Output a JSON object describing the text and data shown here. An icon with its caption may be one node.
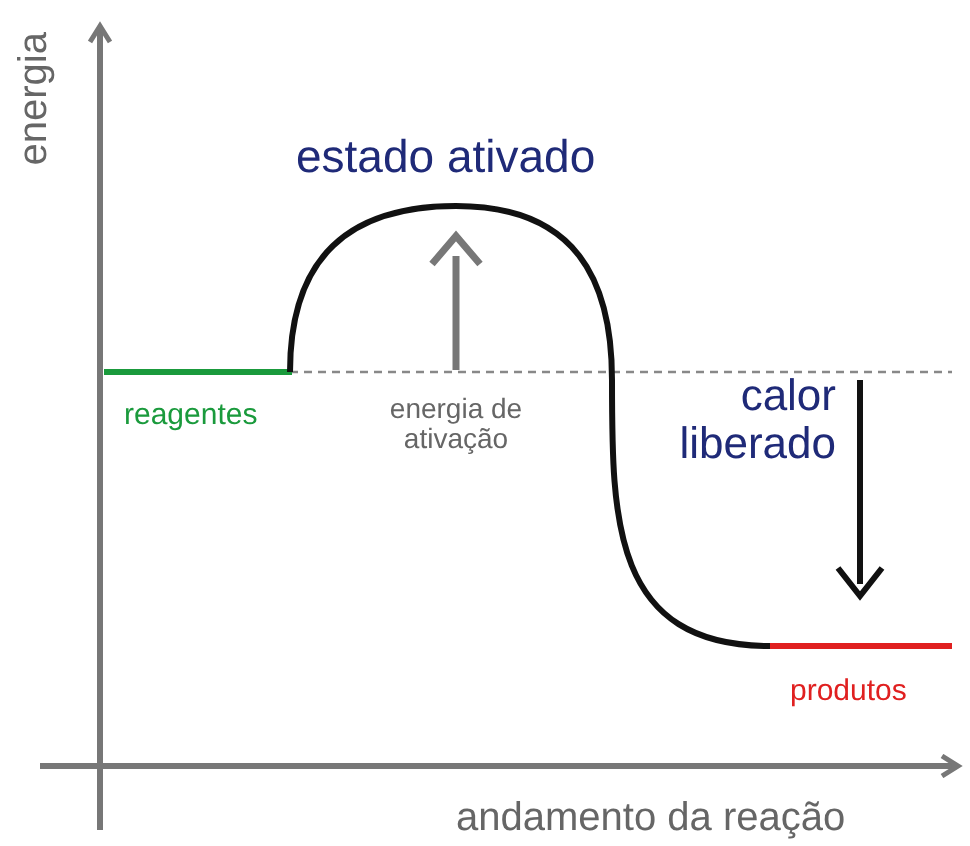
{
  "diagram": {
    "labels": [
      "energia",
      "estado ativado",
      "reagentes",
      "energia de ativação",
      "calor liberado",
      "produtos",
      "andamento da reação"
    ]
  }
}
